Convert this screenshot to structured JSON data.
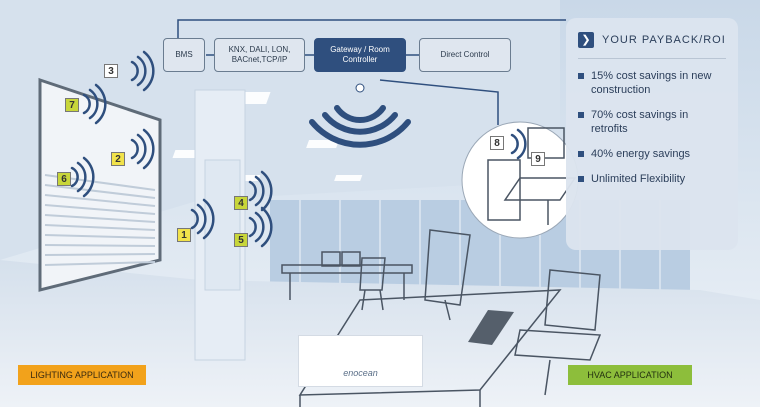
{
  "network": {
    "bms": "BMS",
    "knx": "KNX, DALI, LON, BACnet,TCP/IP",
    "gateway": "Gateway / Room Controller",
    "direct": "Direct Control"
  },
  "roi": {
    "title": "YOUR PAYBACK/ROI",
    "items": [
      "15% cost savings in new construction",
      "70% cost savings in retrofits",
      "40% energy savings",
      "Unlimited Flexibility"
    ]
  },
  "devices": [
    "1",
    "2",
    "3",
    "4",
    "5",
    "6",
    "7",
    "8",
    "9"
  ],
  "labels": {
    "left": "LIGHTING APPLICATION",
    "right": "HVAC APPLICATION"
  },
  "logo": {
    "name": "enocean"
  },
  "colors": {
    "accent": "#2f4f7e",
    "lighting": "#f2a21b",
    "hvac": "#8dbe3b",
    "device_green": "#c8d63a",
    "device_yellow": "#f1e24a"
  }
}
